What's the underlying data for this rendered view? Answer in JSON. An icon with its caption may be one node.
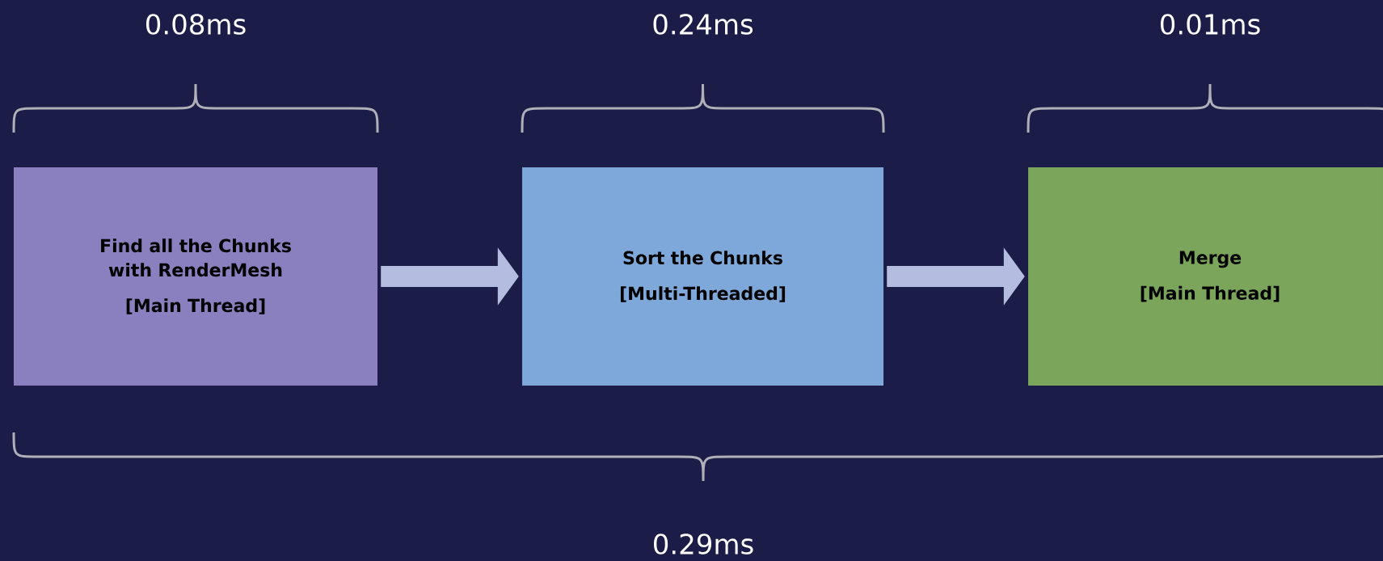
{
  "diagram": {
    "nodes": [
      {
        "text": [
          "Find all the Chunks with RenderMesh",
          "[Main Thread]"
        ]
      },
      {
        "text": [
          "Sort the Chunks",
          "[Multi-Threaded]"
        ]
      },
      {
        "text": [
          "Merge",
          "[Main Thread]"
        ]
      }
    ],
    "edges": [
      {
        "from": 0,
        "to": 1,
        "arrow": "to"
      },
      {
        "from": 1,
        "to": 2,
        "arrow": "to"
      }
    ],
    "labels": [
      "0.08ms",
      "0.24ms",
      "0.01ms",
      "0.29ms"
    ]
  }
}
